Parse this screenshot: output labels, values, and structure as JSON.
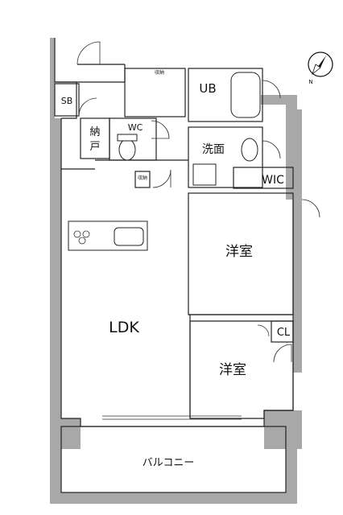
{
  "rooms": {
    "sb": "SB",
    "ub": "UB",
    "nando": "納\n戸",
    "wc": "WC",
    "senmen": "洗面",
    "wic": "WIC",
    "yoshitsu_1": "洋室",
    "ldk": "LDK",
    "cl": "CL",
    "yoshitsu_2": "洋室",
    "balcony": "バルコニー"
  },
  "storage_labels": {
    "shuno_top": "収納",
    "shuno_small": "収納"
  },
  "compass": {
    "icon": "north-arrow-icon",
    "label": "N"
  },
  "colors": {
    "wall": "#a8a8a8",
    "line": "#222222",
    "background": "#ffffff"
  }
}
